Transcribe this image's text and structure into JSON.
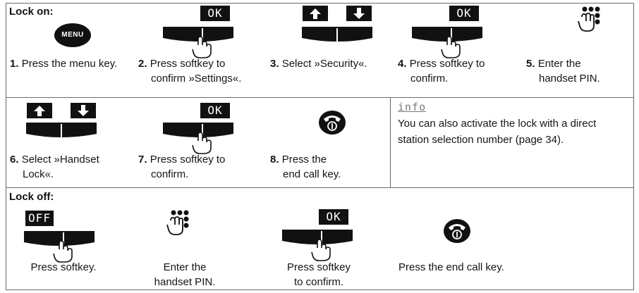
{
  "lock_on": {
    "title": "Lock on:",
    "menu_key_label": "MENU",
    "steps": [
      {
        "num": "1.",
        "line1": "Press the menu key.",
        "line2": ""
      },
      {
        "num": "2.",
        "line1": "Press softkey to",
        "line2": "confirm »Settings«."
      },
      {
        "num": "3.",
        "line1": "Select »Security«.",
        "line2": ""
      },
      {
        "num": "4.",
        "line1": "Press softkey to",
        "line2": "confirm."
      },
      {
        "num": "5.",
        "line1": "Enter the",
        "line2": "handset PIN."
      },
      {
        "num": "6.",
        "line1": "Select »Handset",
        "line2": "Lock«."
      },
      {
        "num": "7.",
        "line1": "Press softkey to",
        "line2": "confirm."
      },
      {
        "num": "8.",
        "line1": "Press the",
        "line2": "end call key."
      }
    ],
    "ok_label": "OK"
  },
  "info": {
    "title": "info",
    "line1": "You can also activate the lock with a direct",
    "line2": "station selection number (page 34)."
  },
  "lock_off": {
    "title": "Lock off:",
    "off_label": "OFF",
    "ok_label": "OK",
    "steps": [
      {
        "line1": "Press softkey.",
        "line2": ""
      },
      {
        "line1": "Enter the",
        "line2": "handset PIN."
      },
      {
        "line1": "Press softkey",
        "line2": "to confirm."
      },
      {
        "line1": "Press the end call key.",
        "line2": ""
      }
    ]
  },
  "icons": {
    "softkey": "softkey-press-icon",
    "arrows": "up-down-arrow-keys-icon",
    "keypad": "keypad-press-icon",
    "end_call": "end-call-key-icon"
  }
}
